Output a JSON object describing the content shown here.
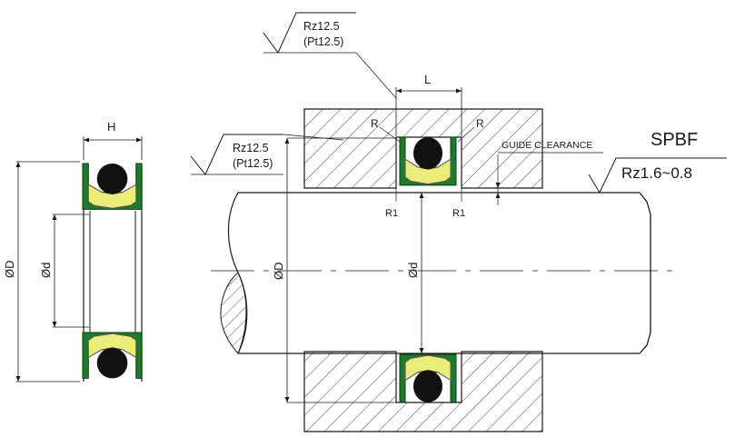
{
  "product": {
    "code": "SPBF"
  },
  "dimensions": {
    "width": "H",
    "outer_diameter": "ØD",
    "inner_diameter": "Ød",
    "groove_length": "L",
    "radius": "R",
    "radius_edge": "R1",
    "guide_clearance": "GUIDE CLEARANCE"
  },
  "surface_finish": {
    "groove_top": [
      "Rz12.5",
      "(Pt12.5)"
    ],
    "groove_side": [
      "Rz12.5",
      "(Pt12.5)"
    ],
    "rod": "Rz1.6~0.8"
  },
  "colors": {
    "seal_body": "#1f7a2c",
    "wiper_insert": "#ecec7a",
    "o_ring": "#111111",
    "line": "#1a1a1a"
  }
}
